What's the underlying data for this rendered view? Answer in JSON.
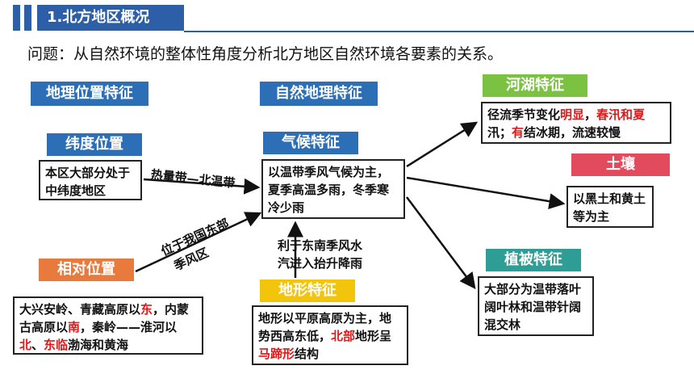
{
  "header": {
    "title": "1.北方地区概况"
  },
  "question": "问题：从自然环境的整体性角度分析北方地区自然环境各要素的关系。",
  "headings": {
    "geo_position": "地理位置特征",
    "natural": "自然地理特征"
  },
  "tags": {
    "latitude": "纬度位置",
    "relative": "相对位置",
    "climate": "气候特征",
    "terrain": "地形特征",
    "rivers": "河湖特征",
    "soil": "土壤",
    "vegetation": "植被特征"
  },
  "boxes": {
    "latitude": "本区大部分处于中纬度地区",
    "climate": "以温带季风气候为主，夏季高温多雨，冬季寒冷少雨",
    "soil": "以黑土和黄土等为主",
    "vegetation": "大部分为温带落叶阔叶林和温带针阔混交林",
    "rivers": {
      "p1": "径流季节变化",
      "p2": "明显",
      "p3": "，",
      "p4": "春汛和",
      "p5": "夏",
      "p6": "汛；",
      "p7": "有",
      "p8": "结冰期，流速较慢"
    },
    "relative": {
      "p1": "大兴安岭、青藏高原以",
      "p2": "东",
      "p3": "，内蒙古高原以",
      "p4": "南",
      "p5": "，秦岭——淮河以",
      "p6": "北",
      "p7": "、",
      "p8": "东临",
      "p9": "渤海和黄海"
    },
    "terrain": {
      "p1": "地形以平原高原为主，地势西高东低，",
      "p2": "北部",
      "p3": "地形呈",
      "p4": "马蹄形",
      "p5": "结构"
    }
  },
  "arrow_labels": {
    "latitude_climate": "热量带—北温带",
    "relative_climate_1": "位于我国东部",
    "relative_climate_2": "季风区",
    "terrain_climate_1": "利于东南季风水",
    "terrain_climate_2": "汽进入抬升降雨"
  },
  "colors": {
    "blue": "#2d6fb7",
    "orange": "#e87a3d",
    "yellow": "#f2c40c",
    "green": "#3fb28d",
    "teal": "#2e9d95",
    "red_tag": "#e24b5c",
    "lime": "#7cc242",
    "highlight": "#e01818"
  }
}
